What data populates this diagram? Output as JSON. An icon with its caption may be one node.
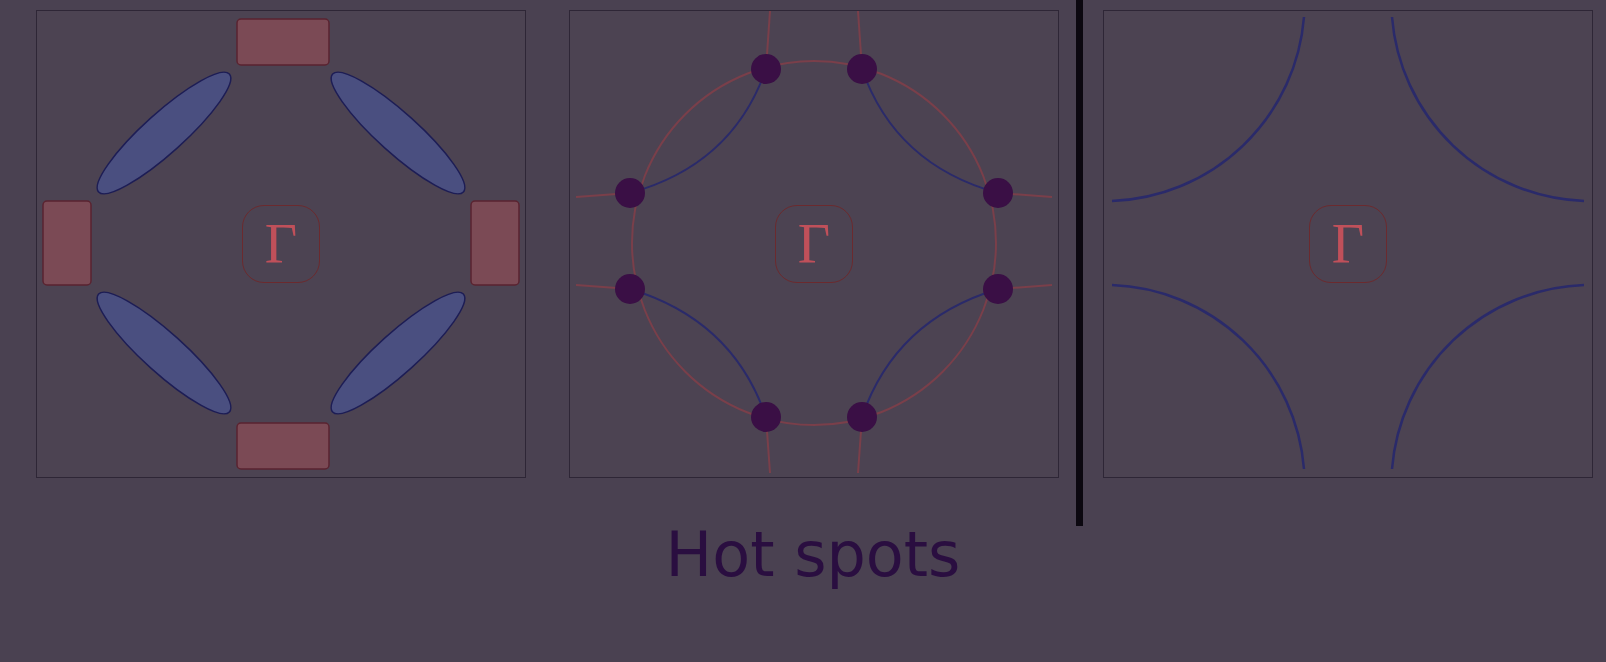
{
  "diagram": {
    "caption": "Hot spots",
    "nodes": [
      {
        "text": [],
        "shape": "box"
      },
      {
        "text": [
          "Γ"
        ],
        "in": 0
      },
      {
        "text": [],
        "shape": "box"
      },
      {
        "text": [
          "Γ"
        ],
        "in": 2
      },
      {
        "text": [],
        "shape": "box"
      },
      {
        "text": [
          "Γ"
        ],
        "in": 4
      }
    ]
  }
}
